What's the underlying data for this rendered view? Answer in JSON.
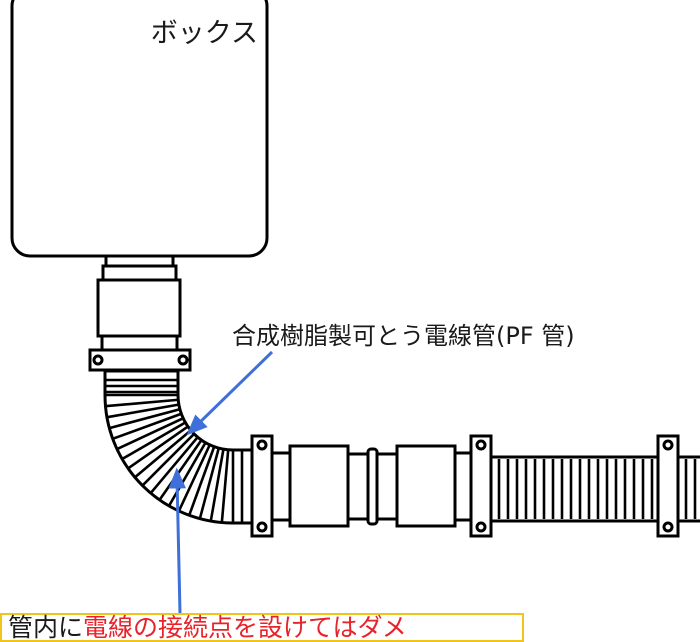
{
  "box_label": "ボックス",
  "pipe_label": "合成樹脂製可とう電線管(PF 管)",
  "warning": {
    "prefix": "管内に",
    "highlight": "電線の接続点を設けてはダメ"
  },
  "colors": {
    "stroke": "#000000",
    "arrow": "#3f6fd8",
    "warning_text": "#e8222a",
    "warning_border": "#f0c419",
    "label_text": "#1a1a1a"
  }
}
